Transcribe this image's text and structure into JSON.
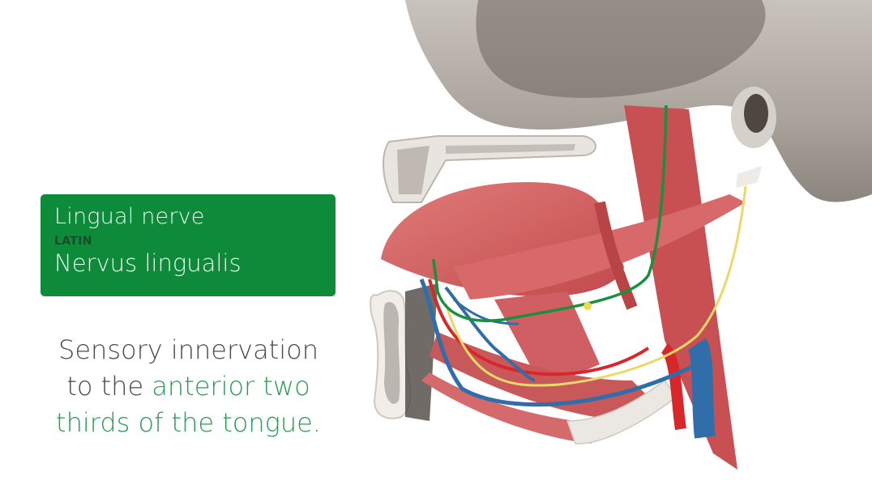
{
  "label": {
    "title": "Lingual nerve",
    "latin_tag": "LATIN",
    "latin_name": "Nervus lingualis",
    "background_color": "#0d8a3a"
  },
  "description": {
    "line1": "Sensory innervation",
    "line2_plain": "to the ",
    "line2_highlight": "anterior two",
    "line3_highlight": "thirds of the tongue.",
    "text_color": "#4a4a4a",
    "highlight_color": "#2b9a52"
  },
  "illustration": {
    "subject": "lateral view of floor of mouth and tongue with lingual nerve highlighted",
    "highlighted_structure_color": "#1a8f3c",
    "colors": {
      "bone": "#d9d4cf",
      "muscle": "#d4585a",
      "artery": "#d8262b",
      "vein": "#2f6ea8",
      "nerve_yellow": "#e8d96a",
      "nerve_green": "#1a8f3c"
    }
  }
}
